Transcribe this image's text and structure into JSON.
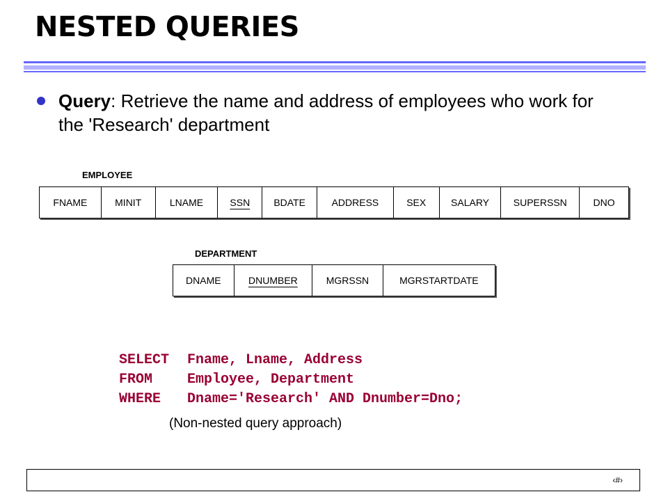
{
  "slide": {
    "title": "NESTED QUERIES",
    "bullet": {
      "label": "Query",
      "text": ": Retrieve the name and address of employees who work for the 'Research' department"
    },
    "employee": {
      "label": "EMPLOYEE",
      "attributes": [
        {
          "name": "FNAME",
          "key": false
        },
        {
          "name": "MINIT",
          "key": false
        },
        {
          "name": "LNAME",
          "key": false
        },
        {
          "name": "SSN",
          "key": true
        },
        {
          "name": "BDATE",
          "key": false
        },
        {
          "name": "ADDRESS",
          "key": false
        },
        {
          "name": "SEX",
          "key": false
        },
        {
          "name": "SALARY",
          "key": false
        },
        {
          "name": "SUPERSSN",
          "key": false
        },
        {
          "name": "DNO",
          "key": false
        }
      ]
    },
    "department": {
      "label": "DEPARTMENT",
      "attributes": [
        {
          "name": "DNAME",
          "key": false
        },
        {
          "name": "DNUMBER",
          "key": true
        },
        {
          "name": "MGRSSN",
          "key": false
        },
        {
          "name": "MGRSTARTDATE",
          "key": false
        }
      ]
    },
    "sql": [
      {
        "keyword": "SELECT",
        "text": "Fname, Lname, Address"
      },
      {
        "keyword": "FROM",
        "text": "Employee, Department"
      },
      {
        "keyword": "WHERE",
        "text": "Dname='Research' AND Dnumber=Dno;"
      }
    ],
    "caption": "(Non-nested query approach)",
    "page_number": "‹#›",
    "colors": {
      "rule_dark": "#6666ff",
      "rule_light": "#b2b2ff",
      "bullet": "#3333cc",
      "sql": "#990033"
    }
  }
}
